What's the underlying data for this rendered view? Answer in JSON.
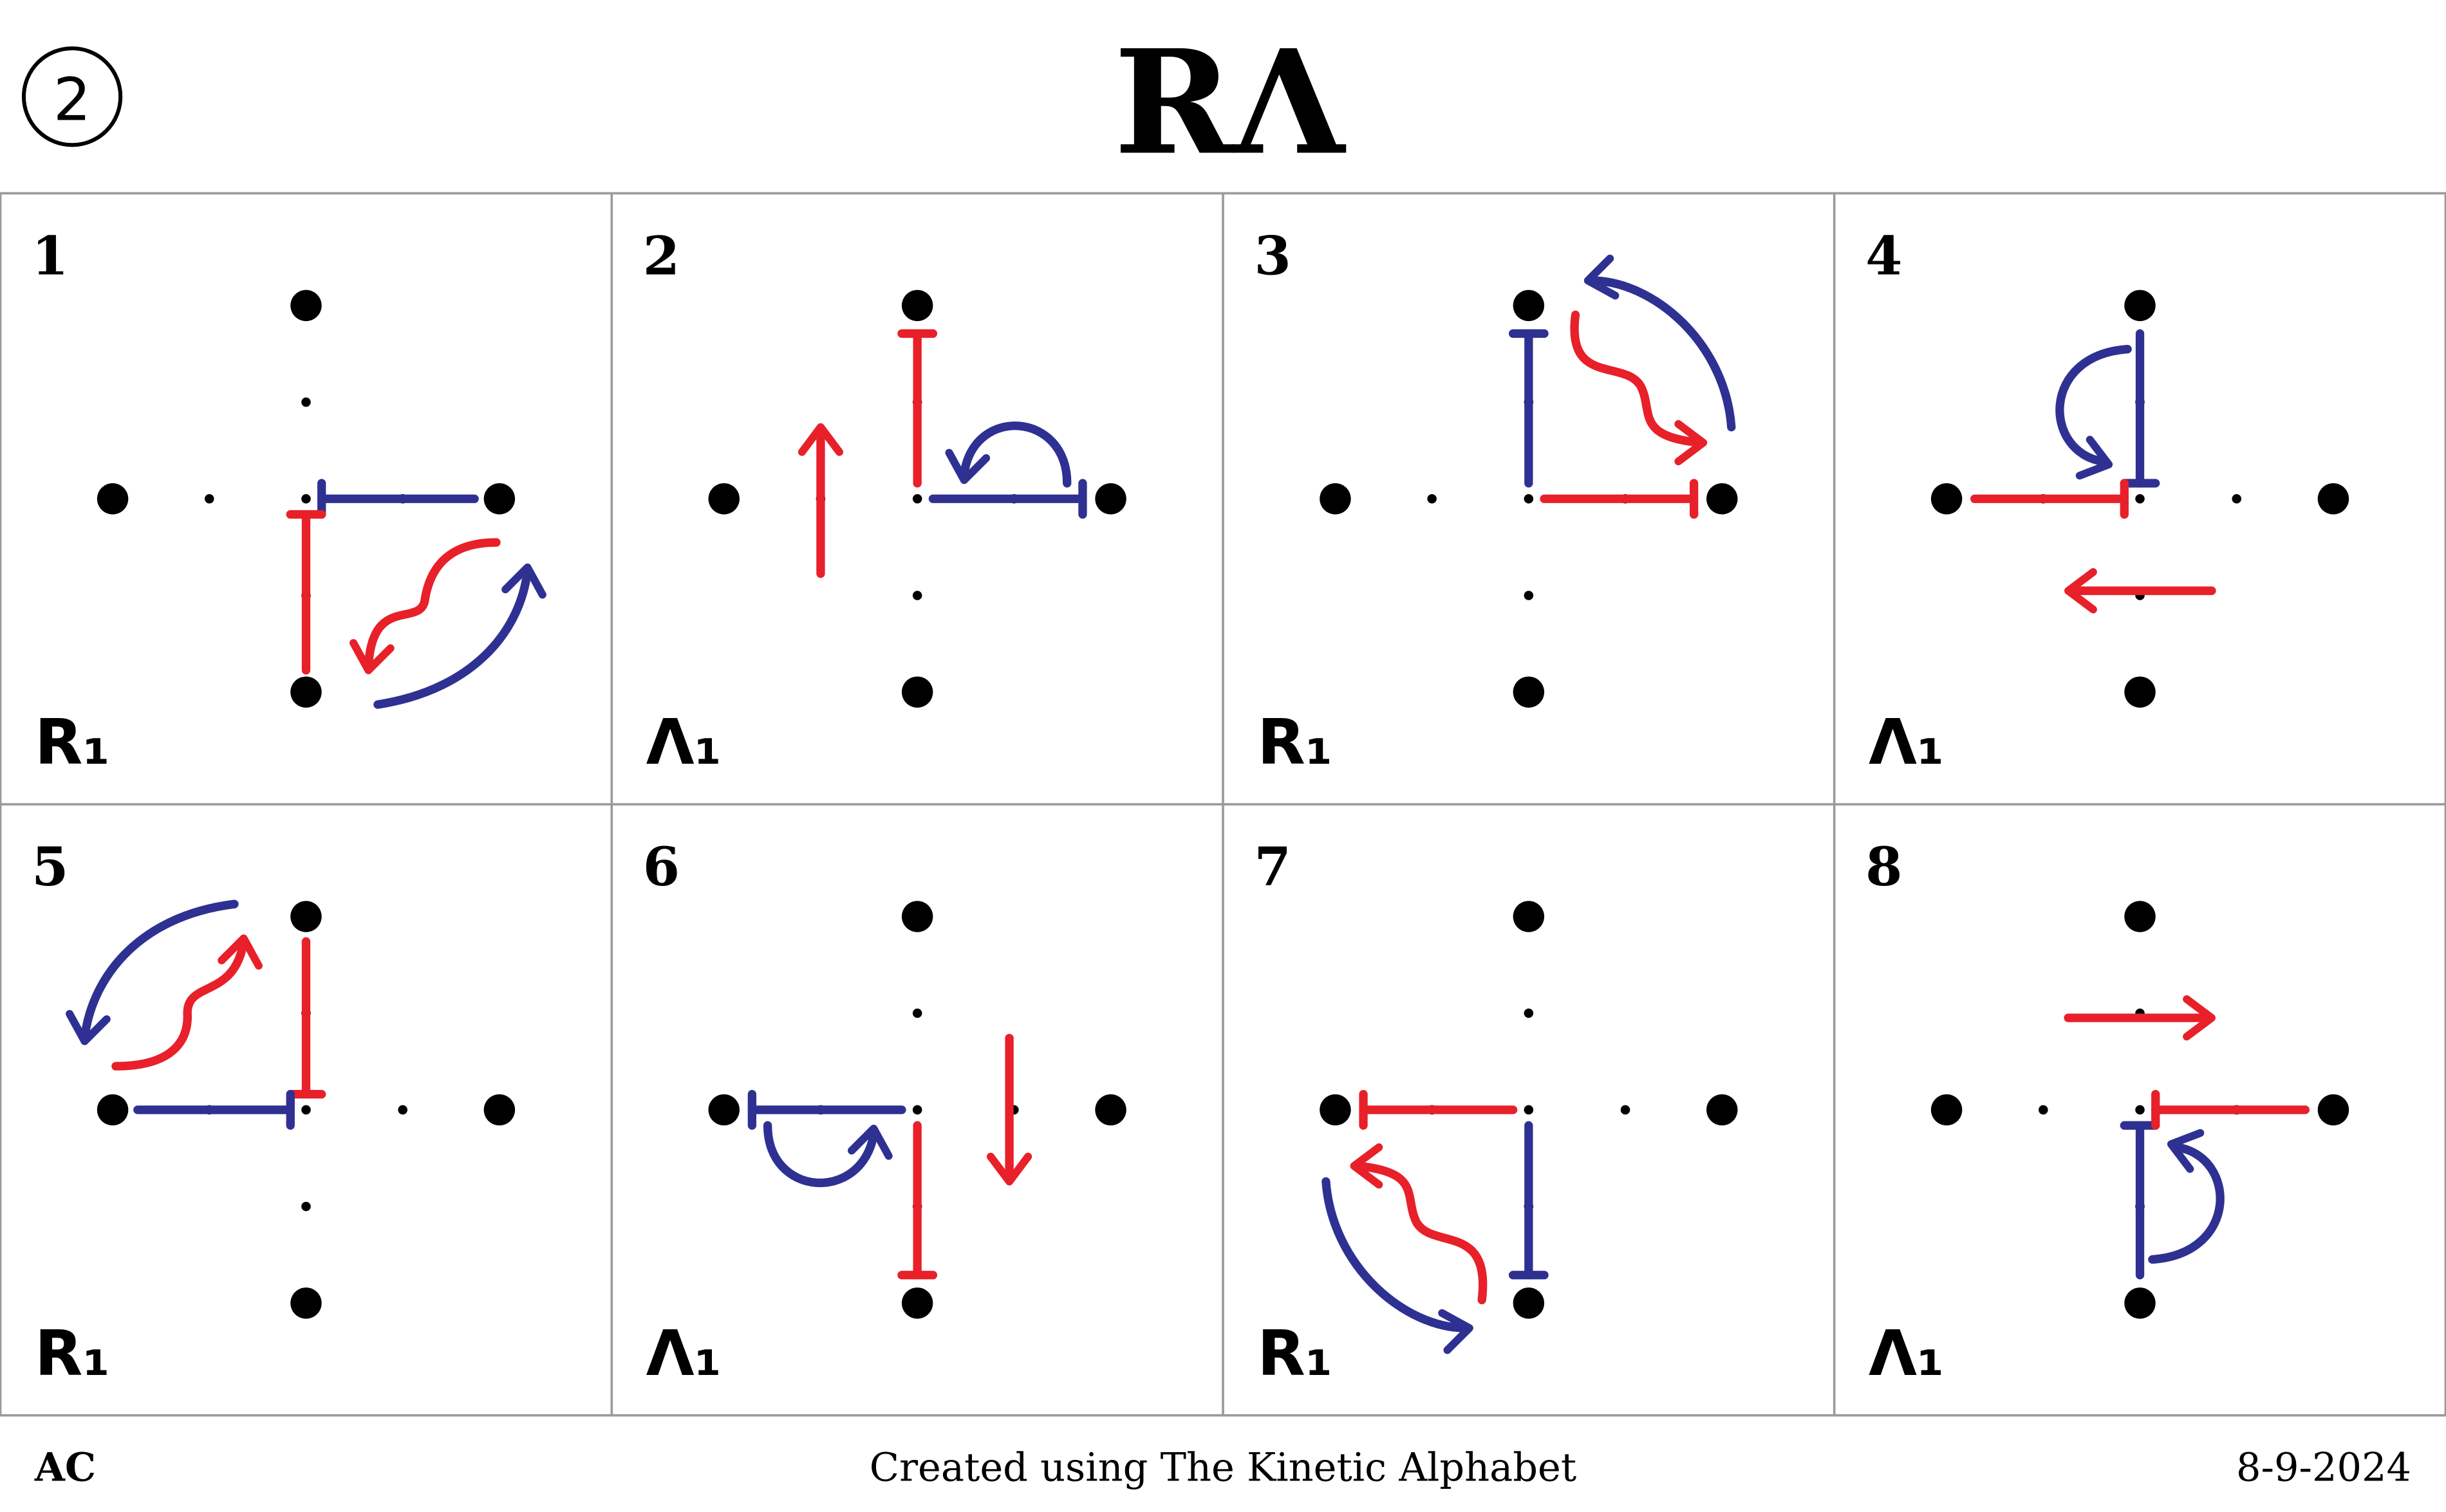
{
  "header": {
    "sheet_number": "2",
    "title": "RΛ"
  },
  "colors": {
    "red": "#e8202a",
    "blue": "#2e3192",
    "dot": "#000000",
    "grid": "#9a9a9a"
  },
  "panels": [
    {
      "number": "1",
      "label": "R₁"
    },
    {
      "number": "2",
      "label": "Λ₁"
    },
    {
      "number": "3",
      "label": "R₁"
    },
    {
      "number": "4",
      "label": "Λ₁"
    },
    {
      "number": "5",
      "label": "R₁"
    },
    {
      "number": "6",
      "label": "Λ₁"
    },
    {
      "number": "7",
      "label": "R₁"
    },
    {
      "number": "8",
      "label": "Λ₁"
    }
  ],
  "footer": {
    "author": "AC",
    "credit": "Created using The Kinetic Alphabet",
    "date": "8-9-2024"
  }
}
